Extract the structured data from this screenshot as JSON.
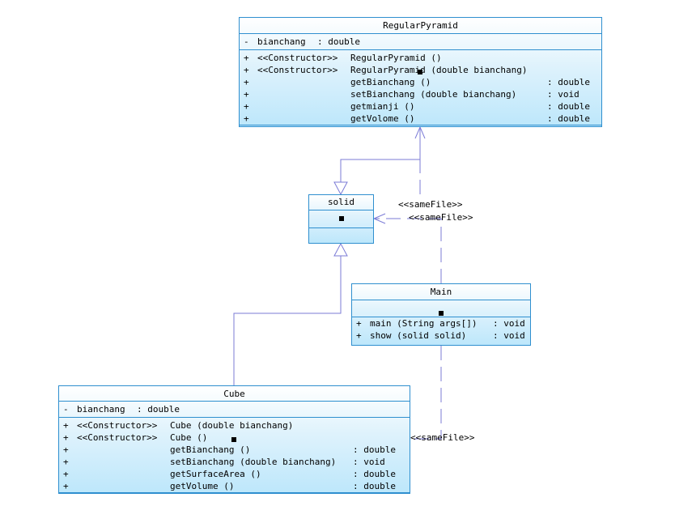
{
  "diagram": {
    "classes": {
      "regularpyramid": {
        "name": "RegularPyramid",
        "attributes": [
          {
            "visibility": "-",
            "name": "bianchang",
            "type": ": double"
          }
        ],
        "operations": [
          {
            "visibility": "+",
            "stereotype": "<<Constructor>>",
            "signature": "RegularPyramid ()",
            "type": ""
          },
          {
            "visibility": "+",
            "stereotype": "<<Constructor>>",
            "signature": "RegularPyramid (double bianchang)",
            "type": ""
          },
          {
            "visibility": "+",
            "stereotype": "",
            "signature": "getBianchang ()",
            "type": ": double"
          },
          {
            "visibility": "+",
            "stereotype": "",
            "signature": "setBianchang (double bianchang)",
            "type": ": void"
          },
          {
            "visibility": "+",
            "stereotype": "",
            "signature": "getmianji ()",
            "type": ": double"
          },
          {
            "visibility": "+",
            "stereotype": "",
            "signature": "getVolome ()",
            "type": ": double"
          }
        ]
      },
      "solid": {
        "name": "solid"
      },
      "main": {
        "name": "Main",
        "operations": [
          {
            "visibility": "+",
            "signature": "main (String args[])",
            "type": ": void"
          },
          {
            "visibility": "+",
            "signature": "show (solid solid)",
            "type": ": void"
          }
        ]
      },
      "cube": {
        "name": "Cube",
        "attributes": [
          {
            "visibility": "-",
            "name": "bianchang",
            "type": ": double"
          }
        ],
        "operations": [
          {
            "visibility": "+",
            "stereotype": "<<Constructor>>",
            "signature": "Cube (double bianchang)",
            "type": ""
          },
          {
            "visibility": "+",
            "stereotype": "<<Constructor>>",
            "signature": "Cube ()",
            "type": ""
          },
          {
            "visibility": "+",
            "stereotype": "",
            "signature": "getBianchang ()",
            "type": ": double"
          },
          {
            "visibility": "+",
            "stereotype": "",
            "signature": "setBianchang (double bianchang)",
            "type": ": void"
          },
          {
            "visibility": "+",
            "stereotype": "",
            "signature": "getSurfaceArea ()",
            "type": ": double"
          },
          {
            "visibility": "+",
            "stereotype": "",
            "signature": "getVolume ()",
            "type": ": double"
          }
        ]
      }
    },
    "relations": {
      "samefile_label_1": "<<sameFile>>",
      "samefile_label_2": "<<sameFile>>",
      "samefile_label_3": "<<sameFile>>"
    },
    "colors": {
      "class_border": "#2f8fcf",
      "class_fill_top": "#ffffff",
      "class_fill_bottom": "#bde7fb",
      "connector": "#7b7bd6"
    }
  }
}
